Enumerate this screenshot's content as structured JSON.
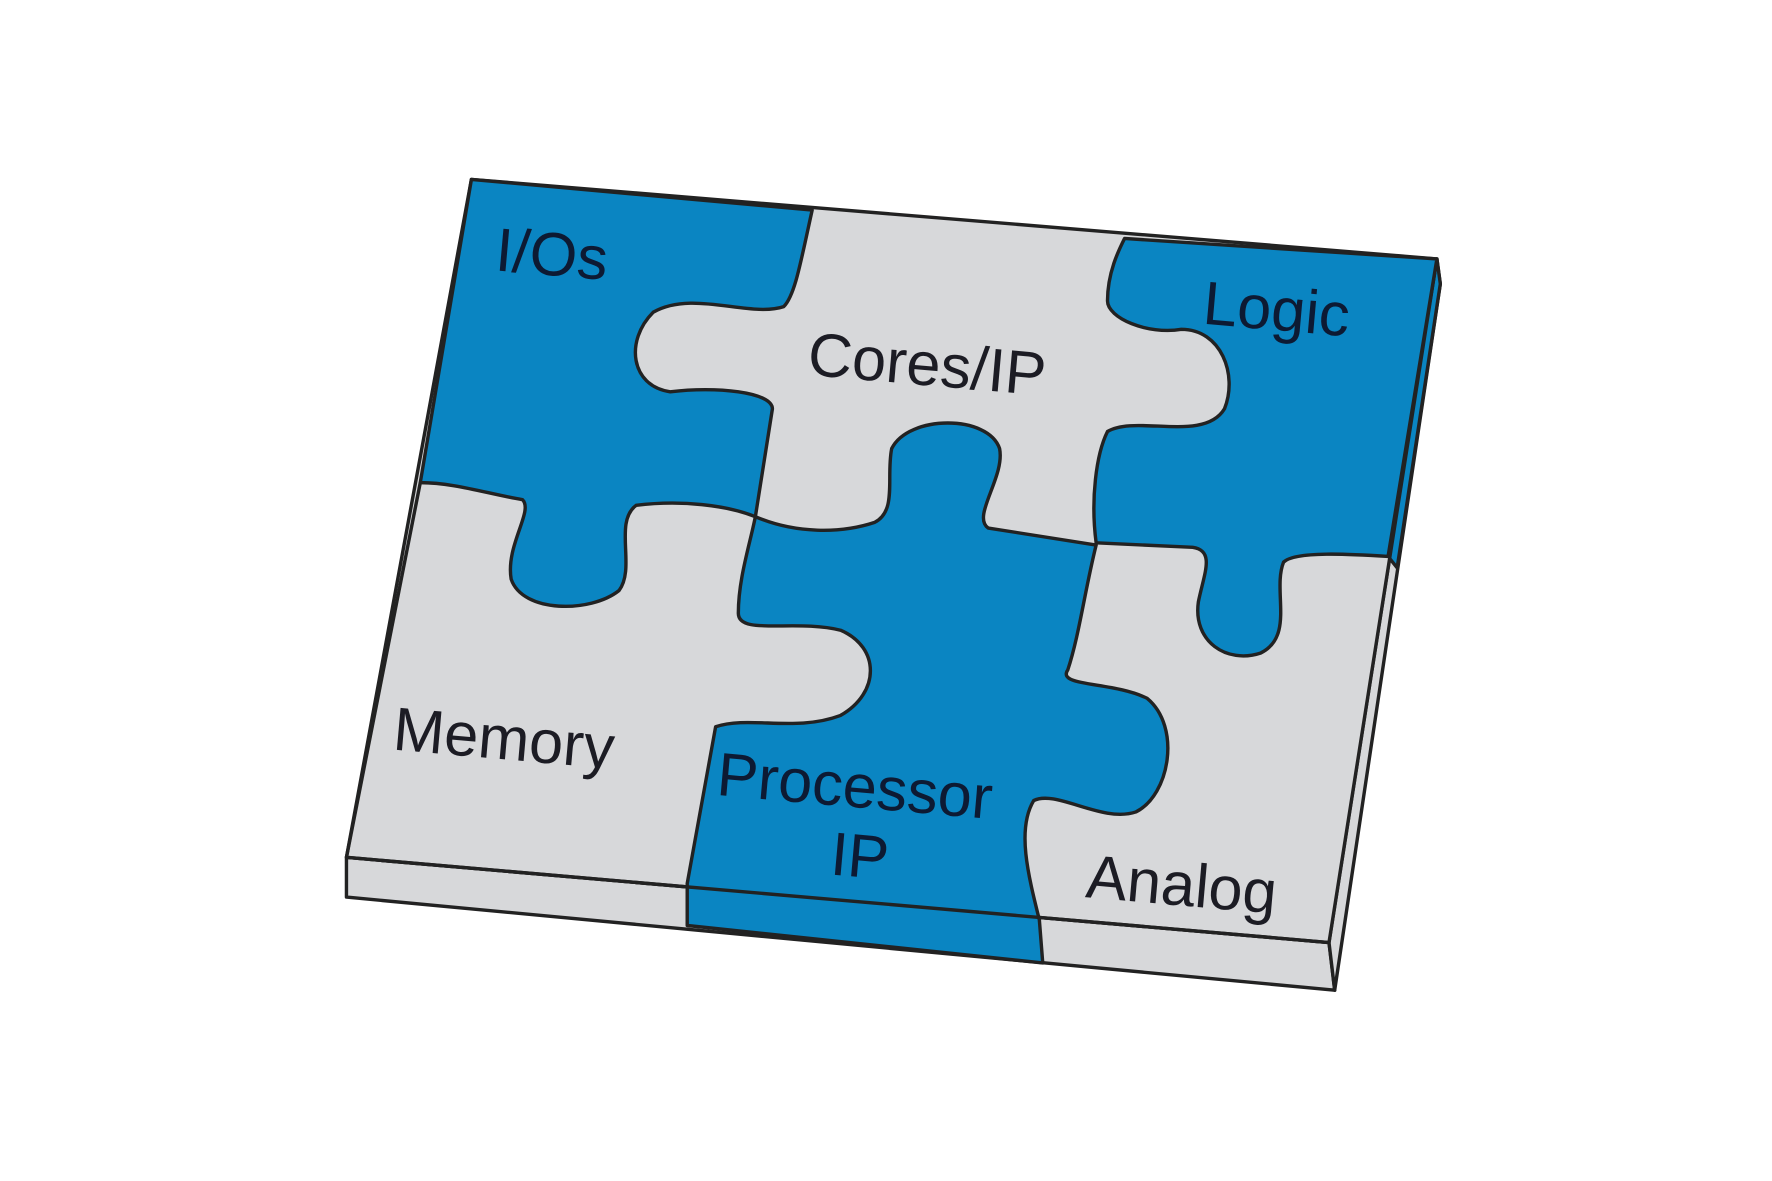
{
  "diagram": {
    "pieces": [
      {
        "id": "ios",
        "label": "I/Os",
        "color": "#0a85c2"
      },
      {
        "id": "cores",
        "label": "Cores/IP",
        "color": "#d7d8da"
      },
      {
        "id": "logic",
        "label": "Logic",
        "color": "#0a85c2"
      },
      {
        "id": "memory",
        "label": "Memory",
        "color": "#d7d8da"
      },
      {
        "id": "processor",
        "label_line1": "Processor",
        "label_line2": "IP",
        "color": "#0a85c2"
      },
      {
        "id": "analog",
        "label": "Analog",
        "color": "#d7d8da"
      }
    ],
    "outline_color": "#222222"
  }
}
